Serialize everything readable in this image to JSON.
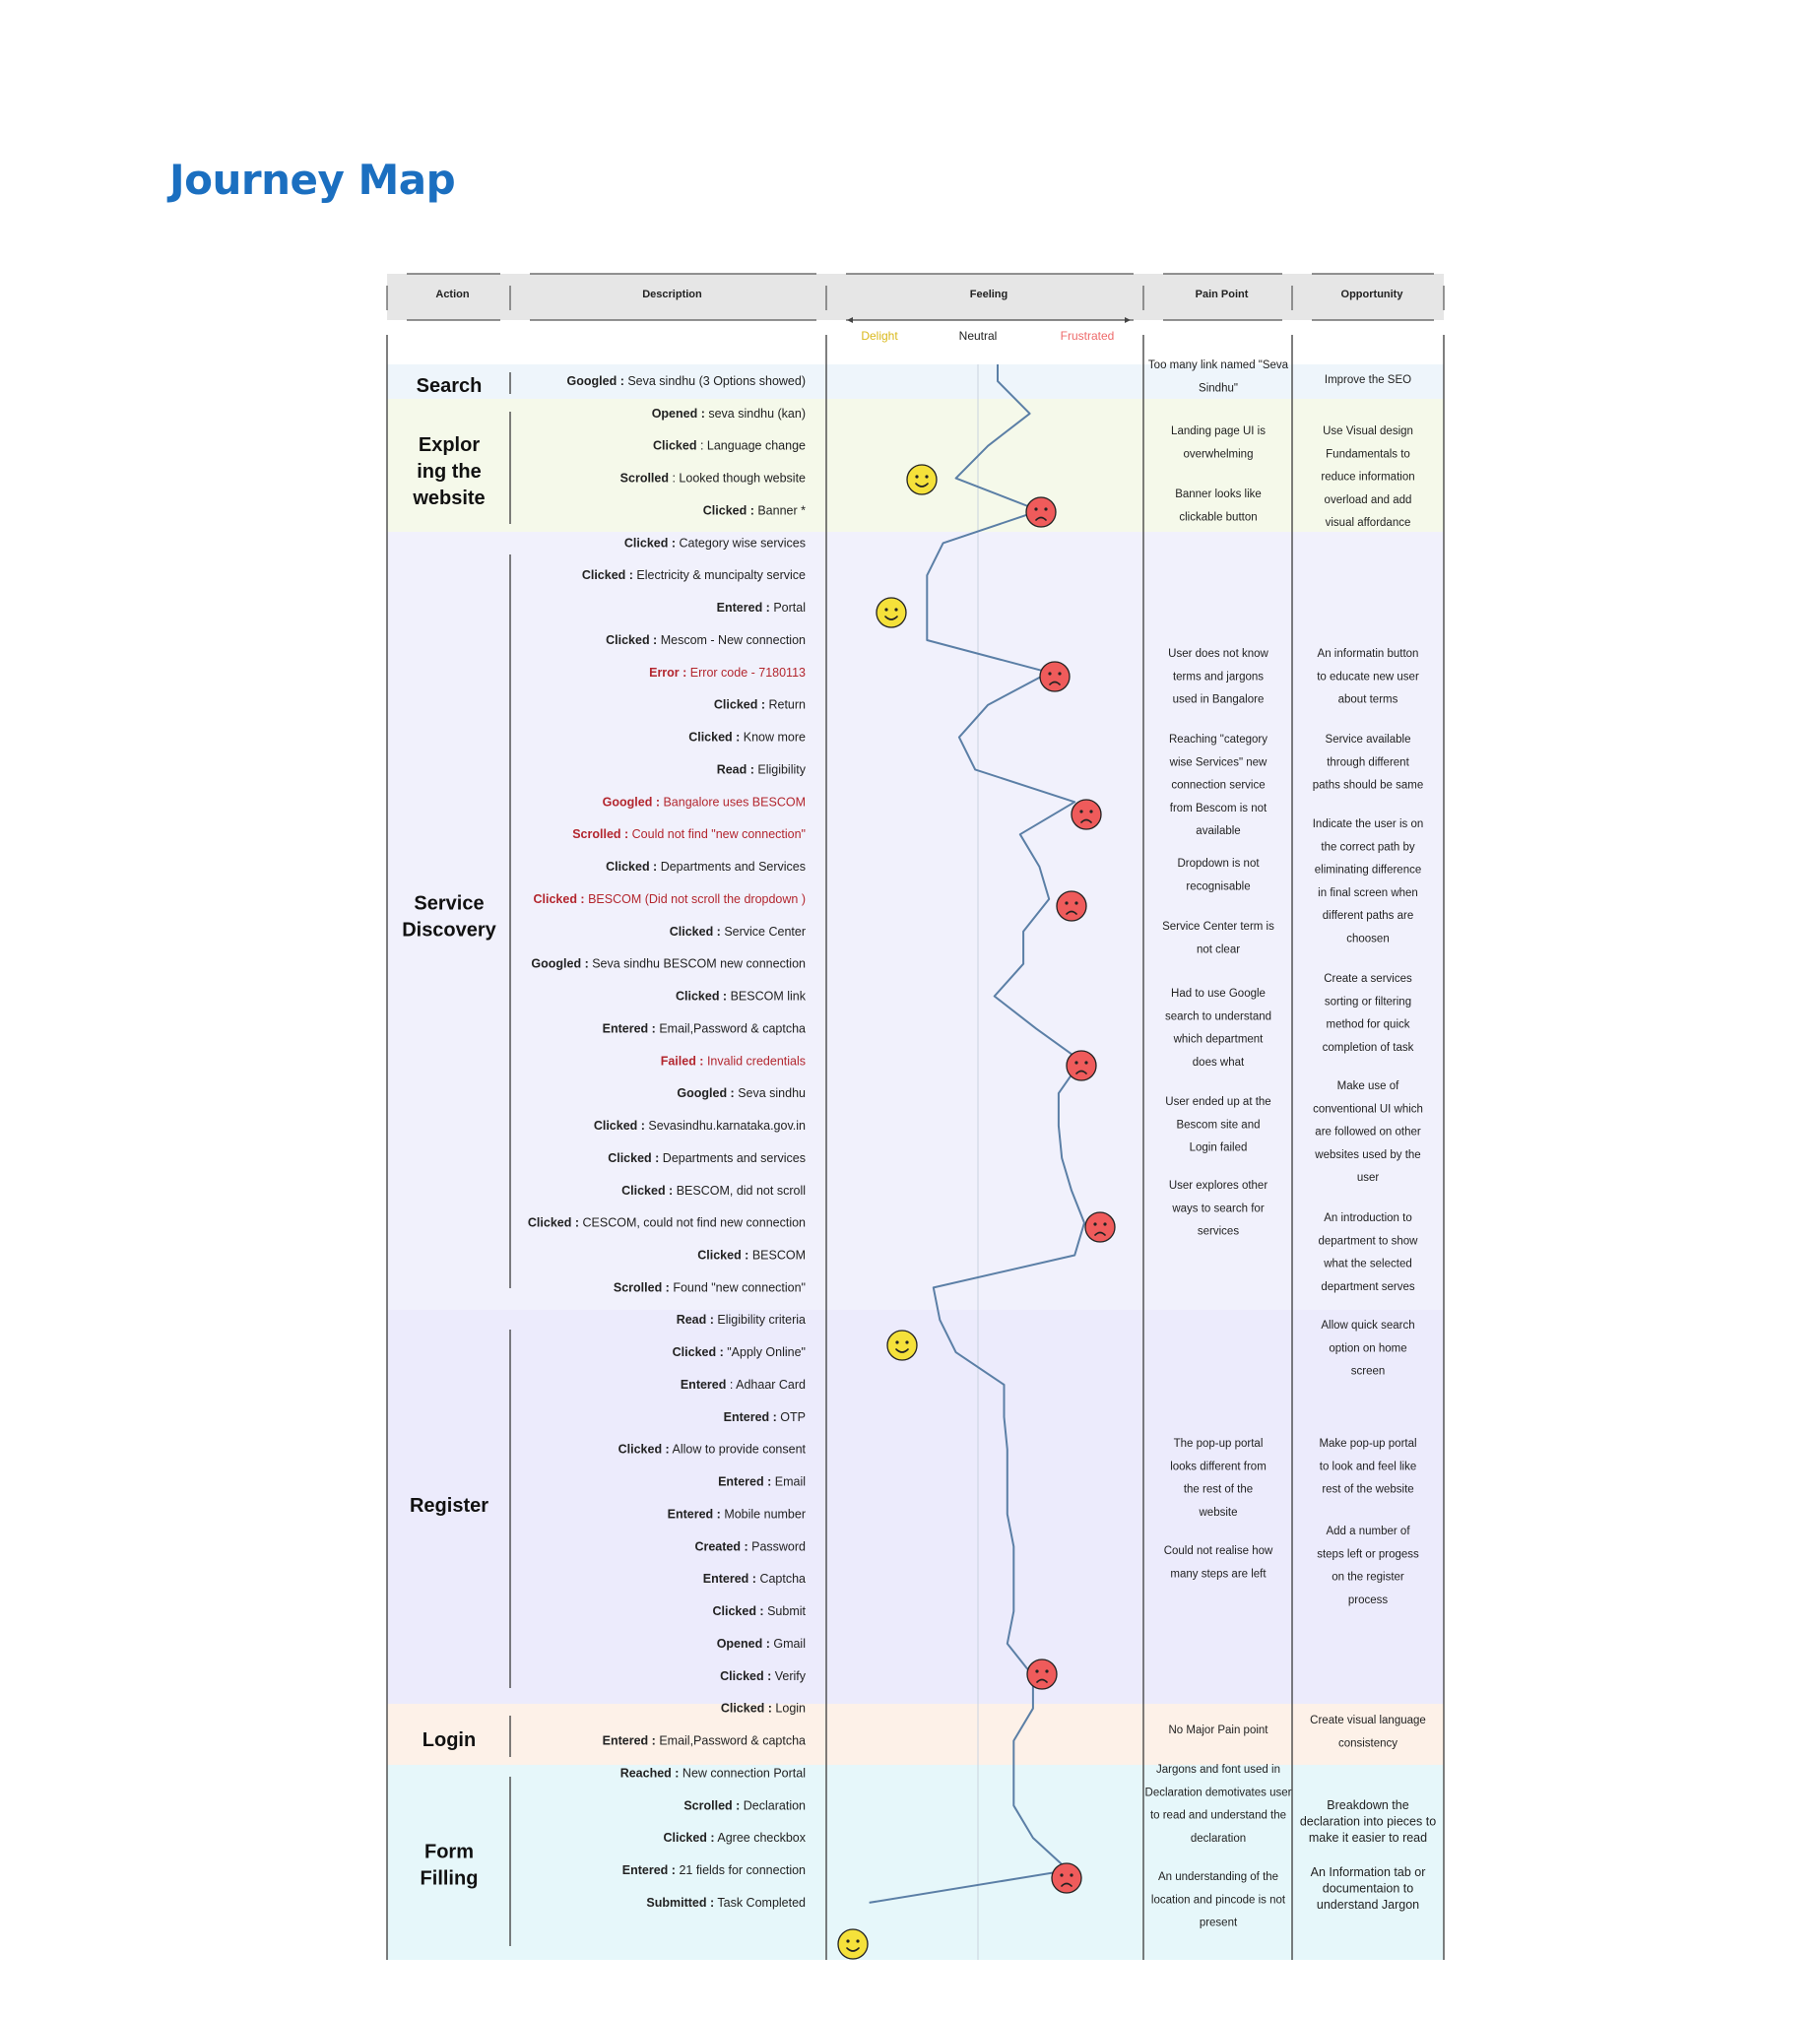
{
  "title": "Journey Map",
  "columns": {
    "action": "Action",
    "description": "Description",
    "feeling": "Feeling",
    "pain_point": "Pain Point",
    "opportunity": "Opportunity"
  },
  "scale": {
    "delight": "Delight",
    "neutral": "Neutral",
    "frustrated": "Frustrated"
  },
  "colors": {
    "title": "#1b6fc0",
    "header_bg": "#e6e6e6",
    "curve": "#5b7fa6",
    "delight_text": "#d9b81a",
    "frustrated_text": "#ee6a6a",
    "happy_face": "#f5e13a",
    "sad_face": "#ef5b5b",
    "error_text": "#b3262e"
  },
  "stages": [
    {
      "name": "Search",
      "lines": [
        "Search"
      ],
      "bg": "#eef5fb"
    },
    {
      "name": "Exploring the website",
      "lines": [
        "Explor",
        "ing the",
        "website"
      ],
      "bg": "#f5f9ea"
    },
    {
      "name": "Service Discovery",
      "lines": [
        "Service",
        "Discovery"
      ],
      "bg": "#f1f1fc"
    },
    {
      "name": "Register",
      "lines": [
        "Register"
      ],
      "bg": "#ecebfc"
    },
    {
      "name": "Login",
      "lines": [
        "Login"
      ],
      "bg": "#fdf1e8"
    },
    {
      "name": "Form Filling",
      "lines": [
        "Form",
        "Filling"
      ],
      "bg": "#e6f7fa"
    }
  ],
  "steps": [
    {
      "verb": "Googled :",
      "text": " Seva sindhu (3 Options showed)",
      "error": false
    },
    {
      "verb": "Opened :",
      "text": " seva sindhu (kan)",
      "error": false
    },
    {
      "verb": "Clicked",
      "text": "  : Language change",
      "error": false
    },
    {
      "verb": "Scrolled",
      "text": " : Looked though website",
      "error": false
    },
    {
      "verb": "Clicked :",
      "text": " Banner *",
      "error": false
    },
    {
      "verb": "Clicked :",
      "text": " Category wise services",
      "error": false
    },
    {
      "verb": "Clicked :",
      "text": " Electricity & muncipalty service",
      "error": false
    },
    {
      "verb": "Entered :",
      "text": " Portal",
      "error": false
    },
    {
      "verb": "Clicked :",
      "text": " Mescom - New connection",
      "error": false
    },
    {
      "verb": "Error :",
      "text": " Error code - 7180113",
      "error": true
    },
    {
      "verb": "Clicked :",
      "text": " Return",
      "error": false
    },
    {
      "verb": "Clicked :",
      "text": " Know more",
      "error": false
    },
    {
      "verb": "Read :",
      "text": " Eligibility",
      "error": false
    },
    {
      "verb": "Googled :",
      "text": " Bangalore uses BESCOM",
      "error": true
    },
    {
      "verb": "Scrolled :",
      "text": " Could not find \"new connection\"",
      "error": true
    },
    {
      "verb": "Clicked :",
      "text": " Departments and Services",
      "error": false
    },
    {
      "verb": "Clicked :",
      "text": " BESCOM (Did not scroll the dropdown )",
      "error": true
    },
    {
      "verb": "Clicked :",
      "text": " Service Center",
      "error": false
    },
    {
      "verb": "Googled :",
      "text": " Seva sindhu BESCOM new connection",
      "error": false
    },
    {
      "verb": "Clicked :",
      "text": " BESCOM link",
      "error": false
    },
    {
      "verb": "Entered :",
      "text": " Email,Password & captcha",
      "error": false
    },
    {
      "verb": "Failed :",
      "text": " Invalid credentials",
      "error": true
    },
    {
      "verb": "Googled :",
      "text": " Seva sindhu",
      "error": false
    },
    {
      "verb": "Clicked :",
      "text": " Sevasindhu.karnataka.gov.in",
      "error": false
    },
    {
      "verb": "Clicked :",
      "text": " Departments and services",
      "error": false
    },
    {
      "verb": "Clicked :",
      "text": " BESCOM, did not scroll",
      "error": false
    },
    {
      "verb": "Clicked :",
      "text": " CESCOM, could not find new connection",
      "error": false
    },
    {
      "verb": "Clicked :",
      "text": " BESCOM",
      "error": false
    },
    {
      "verb": "Scrolled :",
      "text": " Found \"new connection\"",
      "error": false
    },
    {
      "verb": "Read :",
      "text": " Eligibility criteria",
      "error": false
    },
    {
      "verb": "Clicked :",
      "text": " \"Apply Online\"",
      "error": false
    },
    {
      "verb": "Entered",
      "text": "  : Adhaar Card",
      "error": false
    },
    {
      "verb": "Entered :",
      "text": " OTP",
      "error": false
    },
    {
      "verb": "Clicked :",
      "text": " Allow to provide consent",
      "error": false
    },
    {
      "verb": "Entered :",
      "text": " Email",
      "error": false
    },
    {
      "verb": "Entered :",
      "text": " Mobile number",
      "error": false
    },
    {
      "verb": "Created :",
      "text": " Password",
      "error": false
    },
    {
      "verb": "Entered :",
      "text": " Captcha",
      "error": false
    },
    {
      "verb": "Clicked :",
      "text": " Submit",
      "error": false
    },
    {
      "verb": "Opened :",
      "text": " Gmail",
      "error": false
    },
    {
      "verb": "Clicked :",
      "text": " Verify",
      "error": false
    },
    {
      "verb": "Clicked :",
      "text": " Login",
      "error": false
    },
    {
      "verb": "Entered :",
      "text": " Email,Password & captcha",
      "error": false
    },
    {
      "verb": "Reached :",
      "text": " New connection Portal",
      "error": false
    },
    {
      "verb": "Scrolled :",
      "text": " Declaration",
      "error": false
    },
    {
      "verb": "Clicked :",
      "text": " Agree checkbox",
      "error": false
    },
    {
      "verb": "Entered :",
      "text": " 21 fields for connection",
      "error": false
    },
    {
      "verb": "Submitted :",
      "text": " Task Completed",
      "error": false
    }
  ],
  "emotions": [
    {
      "type": "happy",
      "step": "Scrolled : Looked though website"
    },
    {
      "type": "sad",
      "step": "Clicked : Banner"
    },
    {
      "type": "happy",
      "step": "Entered : Portal"
    },
    {
      "type": "sad",
      "step": "Error : Error code - 7180113"
    },
    {
      "type": "sad",
      "step": "Googled : Bangalore uses BESCOM"
    },
    {
      "type": "sad",
      "step": "Clicked : BESCOM (Did not scroll the dropdown )"
    },
    {
      "type": "sad",
      "step": "Failed : Invalid credentials"
    },
    {
      "type": "sad",
      "step": "Clicked : CESCOM, could not find new connection"
    },
    {
      "type": "happy",
      "step": "Clicked : \"Apply Online\""
    },
    {
      "type": "sad",
      "step": "Clicked : Verify"
    },
    {
      "type": "sad",
      "step": "Entered : 21 fields for connection"
    },
    {
      "type": "happy",
      "step": "Submitted : Task Completed"
    }
  ],
  "pain_points": [
    {
      "lines": [
        "Too many link named \"Seva",
        "Sindhu\""
      ]
    },
    {
      "lines": [
        "Landing page UI is",
        "overwhelming"
      ]
    },
    {
      "lines": [
        "Banner looks like",
        "clickable button"
      ]
    },
    {
      "lines": [
        "User does not know",
        "terms and jargons",
        "used in Bangalore"
      ]
    },
    {
      "lines": [
        "Reaching \"category",
        "wise Services\" new",
        "connection service",
        "from Bescom is not",
        "available"
      ]
    },
    {
      "lines": [
        "Dropdown is not",
        "recognisable"
      ]
    },
    {
      "lines": [
        "Service Center term is",
        "not clear"
      ]
    },
    {
      "lines": [
        "Had to use Google",
        "search to understand",
        "which department",
        "does what"
      ]
    },
    {
      "lines": [
        "User ended up at the",
        "Bescom site and",
        "Login failed"
      ]
    },
    {
      "lines": [
        "User explores other",
        "ways to search for",
        "services"
      ]
    },
    {
      "lines": [
        "The pop-up portal",
        "looks different from",
        "the rest of the",
        "website"
      ]
    },
    {
      "lines": [
        "Could not realise how",
        "many steps are left"
      ]
    },
    {
      "lines": [
        "No Major Pain point"
      ]
    },
    {
      "lines": [
        "Jargons  and font used in",
        "Declaration demotivates user",
        "to read and understand the",
        "declaration"
      ]
    },
    {
      "lines": [
        "An understanding of the",
        "location and pincode is not",
        "present"
      ]
    }
  ],
  "opportunities": [
    {
      "lines": [
        "Improve the SEO"
      ]
    },
    {
      "lines": [
        "Use Visual design",
        "Fundamentals to",
        "reduce information",
        "overload and add",
        "visual affordance"
      ]
    },
    {
      "lines": [
        "An informatin button",
        "to educate new user",
        "about terms"
      ]
    },
    {
      "lines": [
        "Service available",
        "through different",
        "paths should be same"
      ]
    },
    {
      "lines": [
        "Indicate the user is on",
        "the correct path by",
        "eliminating difference",
        "in final screen when",
        "different paths are",
        "choosen"
      ]
    },
    {
      "lines": [
        "Create a services",
        "sorting or filtering",
        "method for quick",
        "completion of task"
      ]
    },
    {
      "lines": [
        "Make use of",
        "conventional UI which",
        "are followed on other",
        "websites used by the",
        "user"
      ]
    },
    {
      "lines": [
        "An introduction to",
        "department to show",
        "what the selected",
        "department serves"
      ]
    },
    {
      "lines": [
        "Allow quick search",
        "option on home",
        "screen"
      ]
    },
    {
      "lines": [
        "Make pop-up portal",
        "to look and feel like",
        "rest of the website"
      ]
    },
    {
      "lines": [
        "Add a number of",
        "steps left or progess",
        "on the register",
        "process"
      ]
    },
    {
      "lines": [
        "Create visual language",
        "consistency"
      ]
    },
    {
      "lines": [
        "Breakdown the",
        "declaration into pieces to",
        "make it easier to read"
      ]
    },
    {
      "lines": [
        "An Information tab or",
        "documentaion to",
        "understand Jargon"
      ]
    }
  ],
  "feeling_curve": {
    "scale": "0 = delight, 0.5 = neutral, 1 = frustrated",
    "values": [
      0.5,
      0.6,
      0.47,
      0.37,
      0.63,
      0.33,
      0.28,
      0.28,
      0.28,
      0.66,
      0.47,
      0.38,
      0.43,
      0.74,
      0.57,
      0.63,
      0.66,
      0.58,
      0.58,
      0.49,
      0.62,
      0.76,
      0.69,
      0.69,
      0.7,
      0.73,
      0.77,
      0.74,
      0.3,
      0.32,
      0.37,
      0.52,
      0.52,
      0.53,
      0.53,
      0.53,
      0.55,
      0.55,
      0.55,
      0.53,
      0.61,
      0.61,
      0.55,
      0.55,
      0.55,
      0.61,
      0.72,
      0.1
    ]
  }
}
